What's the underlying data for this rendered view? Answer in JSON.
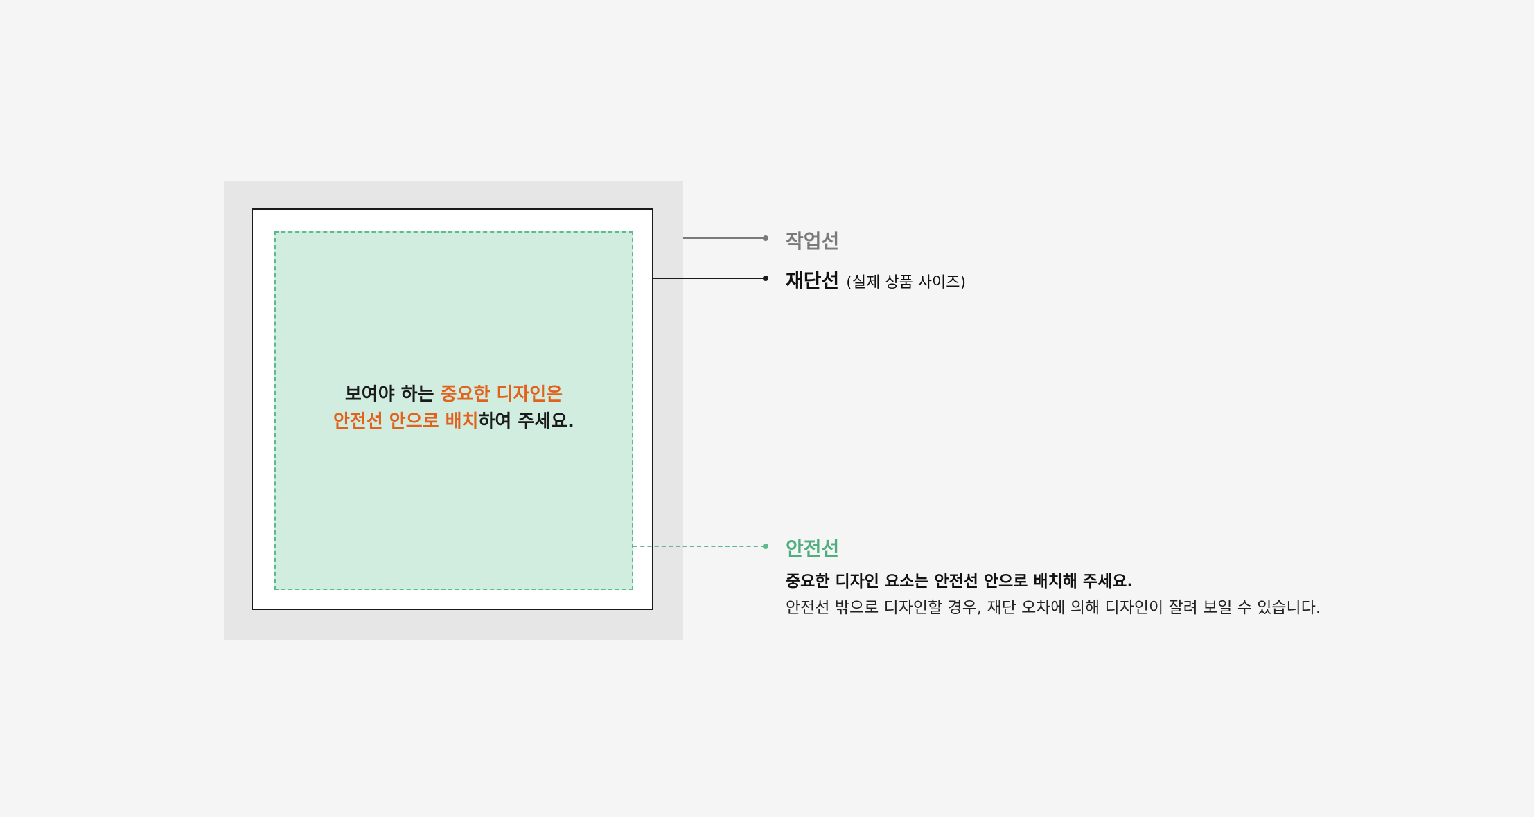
{
  "diagram": {
    "center_text": {
      "line1_prefix": "보여야 하는 ",
      "line1_accent": "중요한 디자인은",
      "line2_accent": "안전선 안으로 배치",
      "line2_suffix": "하여 주세요."
    },
    "labels": {
      "work_line": "작업선",
      "trim_line": "재단선",
      "trim_line_note": "(실제 상품 사이즈)",
      "safe_line": "안전선"
    },
    "safe_description": {
      "bold": "중요한 디자인 요소는 안전선 안으로 배치해 주세요.",
      "normal": "안전선 밖으로 디자인할 경우, 재단 오차에 의해 디자인이 잘려 보일 수 있습니다."
    }
  },
  "colors": {
    "background": "#f5f5f5",
    "work_area": "#e6e6e6",
    "trim_border": "#1a1a1a",
    "safe_fill": "#d0ede0",
    "safe_border": "#5dba8c",
    "accent": "#e2611d",
    "work_label": "#7a7a7a",
    "safe_label": "#4fae7e"
  }
}
